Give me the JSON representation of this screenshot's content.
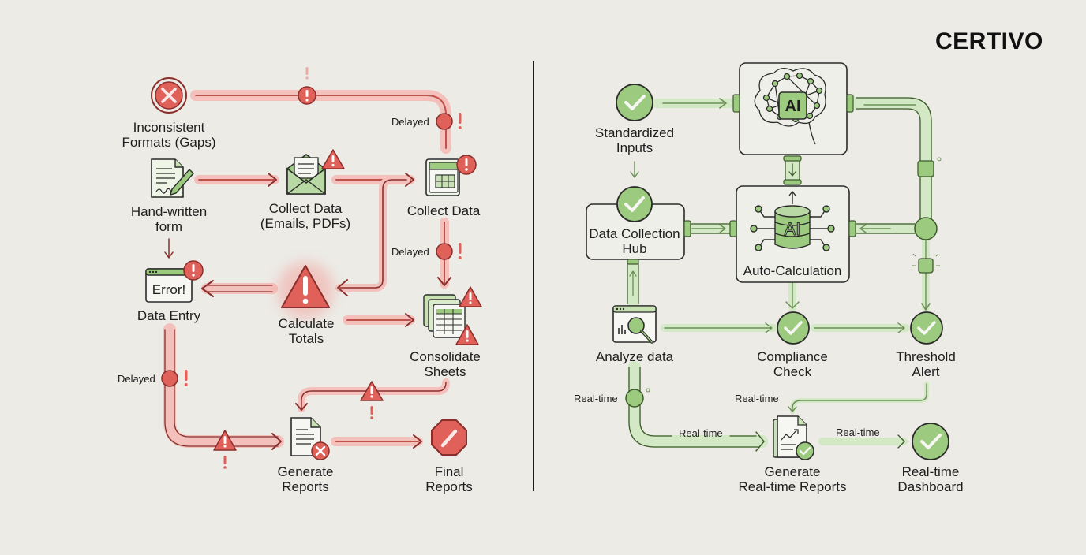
{
  "brand": {
    "logo_text": "CERTIVO"
  },
  "colors": {
    "background": "#ecebe6",
    "red_fill": "#e0605a",
    "red_light": "#f3c0bb",
    "red_stroke": "#8a2f2b",
    "green_fill": "#9ccb80",
    "green_light": "#d3e8c4",
    "green_stroke": "#3d5a2c",
    "ink": "#1e1e1e"
  },
  "left_panel": {
    "title": "Manual process",
    "nodes": [
      {
        "id": "inconsistent",
        "label_lines": [
          "Inconsistent",
          "Formats (Gaps)"
        ],
        "icon": "x-circle-icon"
      },
      {
        "id": "handwritten",
        "label_lines": [
          "Hand-written",
          "form"
        ],
        "icon": "handwritten-document-icon"
      },
      {
        "id": "collect-emails",
        "label_lines": [
          "Collect Data",
          "(Emails, PDFs)"
        ],
        "icon": "envelope-warning-icon"
      },
      {
        "id": "collect-data",
        "label_lines": [
          "Collect Data"
        ],
        "icon": "spreadsheet-warning-icon"
      },
      {
        "id": "data-entry",
        "label_lines": [
          "Data Entry"
        ],
        "icon": "error-window-icon",
        "window_text": "Error!"
      },
      {
        "id": "calculate-totals",
        "label_lines": [
          "Calculate",
          "Totals"
        ],
        "icon": "warning-triangle-icon"
      },
      {
        "id": "consolidate",
        "label_lines": [
          "Consolidate",
          "Sheets"
        ],
        "icon": "stacked-sheets-warning-icon"
      },
      {
        "id": "generate-reports",
        "label_lines": [
          "Generate",
          "Reports"
        ],
        "icon": "document-x-icon"
      },
      {
        "id": "final-reports",
        "label_lines": [
          "Final",
          "Reports"
        ],
        "icon": "stop-sign-icon"
      }
    ],
    "delay_labels": [
      "Delayed",
      "Delayed",
      "Delayed"
    ]
  },
  "right_panel": {
    "title": "Automated process",
    "nodes": [
      {
        "id": "standardized",
        "label_lines": [
          "Standardized",
          "Inputs"
        ],
        "icon": "check-circle-icon"
      },
      {
        "id": "ai-brain",
        "label_lines": [],
        "icon": "ai-brain-icon",
        "badge": "AI"
      },
      {
        "id": "hub",
        "label_lines": [
          "Data Collection",
          "Hub"
        ],
        "icon": "check-circle-icon"
      },
      {
        "id": "auto-calc",
        "label_lines": [
          "Auto-Calculation"
        ],
        "icon": "ai-database-icon",
        "badge": "AI"
      },
      {
        "id": "analyze",
        "label_lines": [
          "Analyze data"
        ],
        "icon": "magnifier-chart-icon"
      },
      {
        "id": "compliance",
        "label_lines": [
          "Compliance",
          "Check"
        ],
        "icon": "check-circle-icon"
      },
      {
        "id": "threshold",
        "label_lines": [
          "Threshold",
          "Alert"
        ],
        "icon": "check-circle-icon"
      },
      {
        "id": "rt-reports",
        "label_lines": [
          "Generate",
          "Real-time Reports"
        ],
        "icon": "report-chart-check-icon"
      },
      {
        "id": "dashboard",
        "label_lines": [
          "Real-time",
          "Dashboard"
        ],
        "icon": "check-circle-icon"
      }
    ],
    "flow_labels": [
      "Real-time",
      "Real-time",
      "Real-time",
      "Real-time"
    ]
  }
}
